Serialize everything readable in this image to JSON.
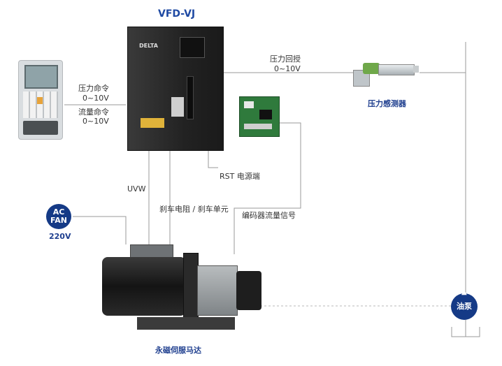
{
  "title": "VFD-VJ",
  "labels": {
    "pressure_command": "压力命令",
    "pressure_command_range": "0~10V",
    "flow_command": "流量命令",
    "flow_command_range": "0~10V",
    "pressure_feedback": "压力回授",
    "pressure_feedback_range": "0~10V",
    "pressure_sensor": "压力感测器",
    "rst_power": "RST 电源端",
    "uvw": "UVW",
    "brake": "刹车电阻 / 刹车单元",
    "encoder_signal": "编码器流量信号",
    "ac_fan_line1": "AC",
    "ac_fan_line2": "FAN",
    "ac_fan_voltage": "220V",
    "servo_motor": "永磁伺服马达",
    "oil_pump": "油泵",
    "drive_brand": "DELTA"
  },
  "colors": {
    "accent_blue": "#153a86",
    "title_blue": "#1f4aa3",
    "line_gray": "#9a9a9a",
    "dashed_line": "#b8b8b8",
    "drive_body": "#2b2b2b",
    "pcb_green": "#2f7a3c"
  }
}
